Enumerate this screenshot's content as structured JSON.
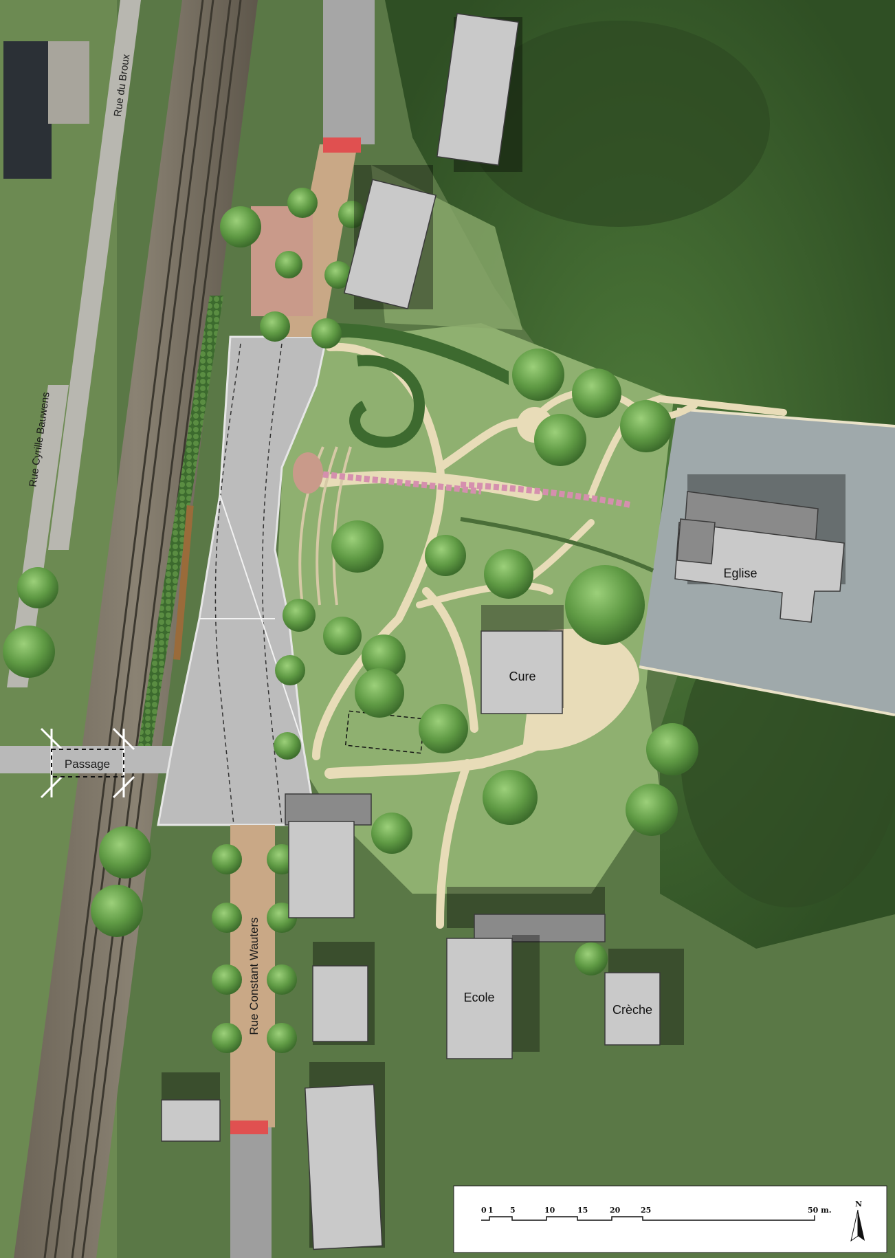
{
  "streets": {
    "rue_du_broux": "Rue du Broux",
    "rue_cyrille_bauwens": "Rue Cyrille Bauwens",
    "rue_constant_wauters": "Rue Constant Wauters"
  },
  "passage": "Passage",
  "buildings": {
    "eglise": "Eglise",
    "cure": "Cure",
    "ecole": "Ecole",
    "creche": "Crèche"
  },
  "scale_bar": {
    "ticks": [
      "0",
      "1",
      "5",
      "10",
      "15",
      "20",
      "25",
      "50 m."
    ],
    "north": "N"
  },
  "colors": {
    "lawn": "#8fb070",
    "path": "#e8dcb8",
    "road": "#bcbcbc",
    "street_paving": "#c9a886",
    "rail": "#6f6a60",
    "tree": "#6aa04c",
    "roof": "#c9c9c9",
    "church_plaza": "#9fa9ab"
  }
}
